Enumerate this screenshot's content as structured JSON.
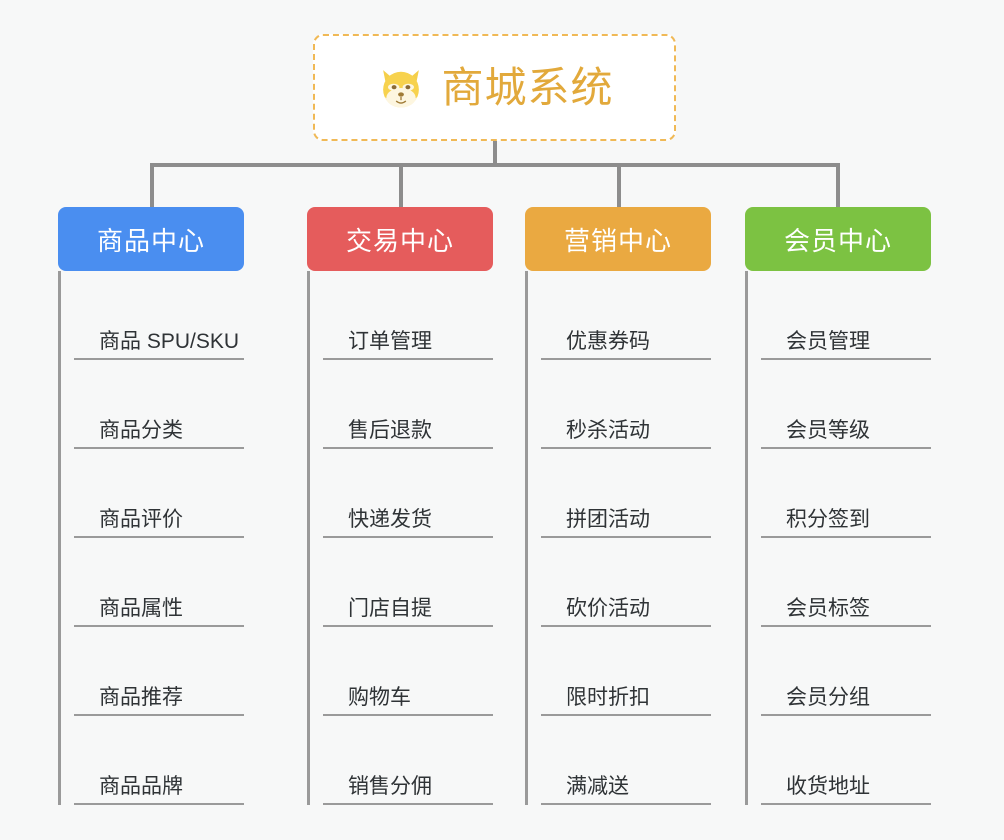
{
  "page": {
    "background_color": "#f7f8f8",
    "connector_color": "#8d8d8d",
    "leaf_line_color": "#9a9a9a",
    "leaf_text_color": "#2f3336"
  },
  "root": {
    "icon": "shiba-face-emoji",
    "title": "商城系统",
    "title_color": "#e2a93b",
    "border_color": "#f0b956",
    "background": "#ffffff"
  },
  "columns": [
    {
      "header": "商品中心",
      "color": "#4a8ef0",
      "items": [
        "商品 SPU/SKU",
        "商品分类",
        "商品评价",
        "商品属性",
        "商品推荐",
        "商品品牌"
      ]
    },
    {
      "header": "交易中心",
      "color": "#e55c5c",
      "items": [
        "订单管理",
        "售后退款",
        "快递发货",
        "门店自提",
        "购物车",
        "销售分佣"
      ]
    },
    {
      "header": "营销中心",
      "color": "#eaa941",
      "items": [
        "优惠券码",
        "秒杀活动",
        "拼团活动",
        "砍价活动",
        "限时折扣",
        "满减送"
      ]
    },
    {
      "header": "会员中心",
      "color": "#7cc242",
      "items": [
        "会员管理",
        "会员等级",
        "积分签到",
        "会员标签",
        "会员分组",
        "收货地址"
      ]
    }
  ]
}
